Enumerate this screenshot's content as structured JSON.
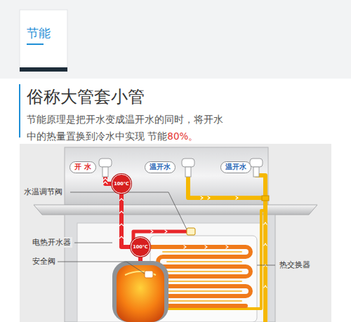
{
  "diagram": {
    "nodes": [
      {
        "text": [
          "开 水"
        ]
      },
      {
        "text": [
          "温开水"
        ]
      },
      {
        "text": [
          "温开水"
        ]
      },
      {
        "text": [
          "100℃"
        ]
      },
      {
        "text": [
          "100℃"
        ]
      }
    ],
    "edges": [
      {
        "from": 4,
        "to": 3,
        "arrow": "none"
      }
    ],
    "labels": [
      "节能",
      "俗称大管套小管",
      "节能原理是把开水变成温开水的同时，将开水中的热量置换到冷水中实现 节能",
      "80%。",
      "水温调节阀",
      "电热开水器",
      "安全阀",
      "热交换器"
    ]
  }
}
